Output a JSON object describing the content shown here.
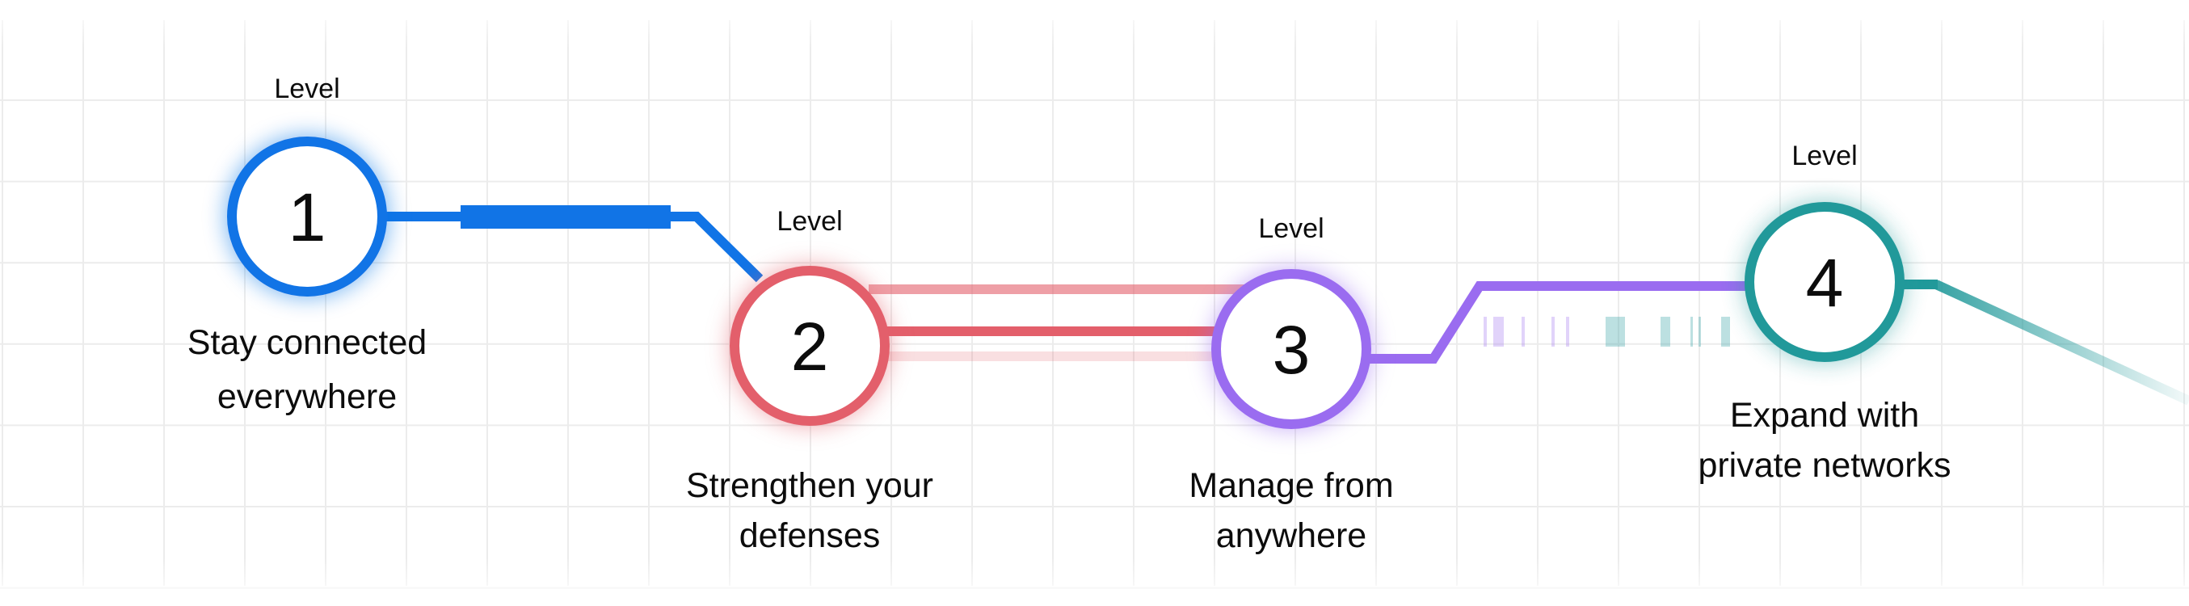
{
  "colors": {
    "level1": "#1174e6",
    "level2": "#e35f6b",
    "level3": "#9a6cf0",
    "level4": "#21999a",
    "grid": "#ececec"
  },
  "levels": [
    {
      "label": "Level",
      "number": "1",
      "caption": [
        "Stay connected",
        "everywhere"
      ]
    },
    {
      "label": "Level",
      "number": "2",
      "caption": [
        "Strengthen your",
        "defenses"
      ]
    },
    {
      "label": "Level",
      "number": "3",
      "caption": [
        "Manage from",
        "anywhere"
      ]
    },
    {
      "label": "Level",
      "number": "4",
      "caption": [
        "Expand with",
        "private networks"
      ]
    }
  ]
}
